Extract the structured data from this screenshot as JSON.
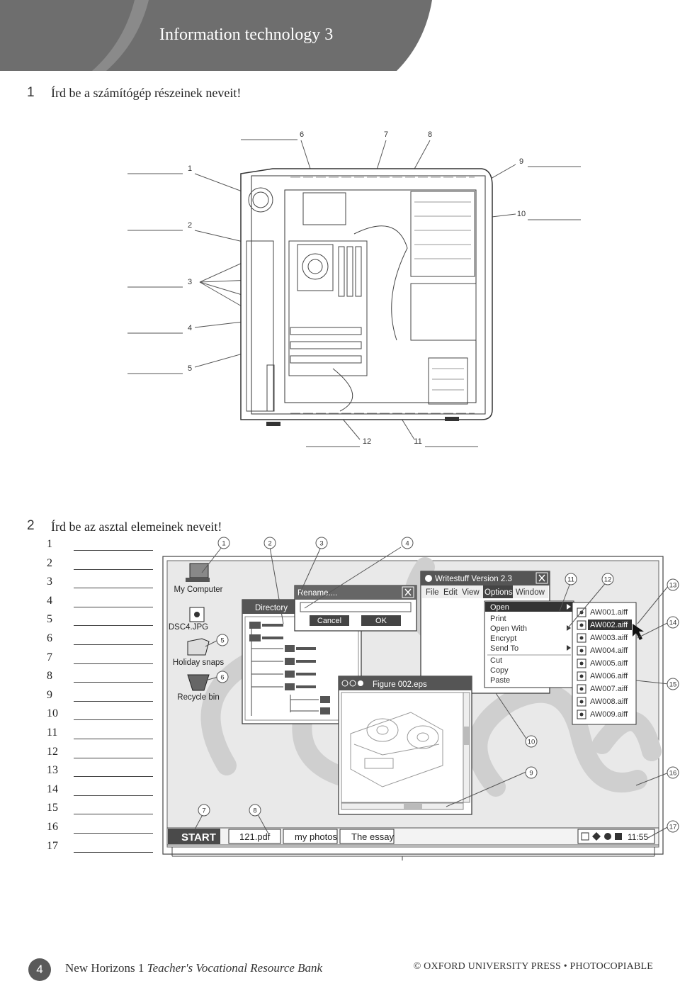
{
  "header": {
    "title": "Information technology 3"
  },
  "exercise1": {
    "number": "1",
    "instruction": "Írd be a számítógép részeinek neveit!",
    "labels": [
      "1",
      "2",
      "3",
      "4",
      "5",
      "6",
      "7",
      "8",
      "9",
      "10",
      "11",
      "12"
    ]
  },
  "exercise2": {
    "number": "2",
    "instruction": "Írd be az asztal elemeinek neveit!",
    "answer_numbers": [
      "1",
      "2",
      "3",
      "4",
      "5",
      "6",
      "7",
      "8",
      "9",
      "10",
      "11",
      "12",
      "13",
      "14",
      "15",
      "16",
      "17"
    ],
    "callouts": [
      "1",
      "2",
      "3",
      "4",
      "5",
      "6",
      "7",
      "8",
      "9",
      "10",
      "11",
      "12",
      "13",
      "14",
      "15",
      "16",
      "17"
    ],
    "desktop": {
      "icons": [
        "My Computer",
        "DSC4.JPG",
        "Holiday snaps",
        "Recycle bin"
      ],
      "directory_title": "Directory",
      "rename_title": "Rename....",
      "rename_cancel": "Cancel",
      "rename_ok": "OK",
      "app_title": "Writestuff Version 2.3",
      "menu": [
        "File",
        "Edit",
        "View",
        "Options",
        "Window"
      ],
      "context_menu": [
        "Open",
        "Print",
        "Open With",
        "Encrypt",
        "Send To",
        "Cut",
        "Copy",
        "Paste"
      ],
      "files": [
        "AW001.aiff",
        "AW002.aiff",
        "AW003.aiff",
        "AW004.aiff",
        "AW005.aiff",
        "AW006.aiff",
        "AW007.aiff",
        "AW008.aiff",
        "AW009.aiff"
      ],
      "figure_title": "Figure 002.eps",
      "start": "START",
      "taskbar_items": [
        "121.pdf",
        "my photos",
        "The essay"
      ],
      "clock": "11:55"
    }
  },
  "footer": {
    "page": "4",
    "left_plain": "New Horizons 1 ",
    "left_italic": "Teacher's Vocational Resource Bank",
    "right": "© OXFORD UNIVERSITY PRESS • PHOTOCOPIABLE"
  }
}
